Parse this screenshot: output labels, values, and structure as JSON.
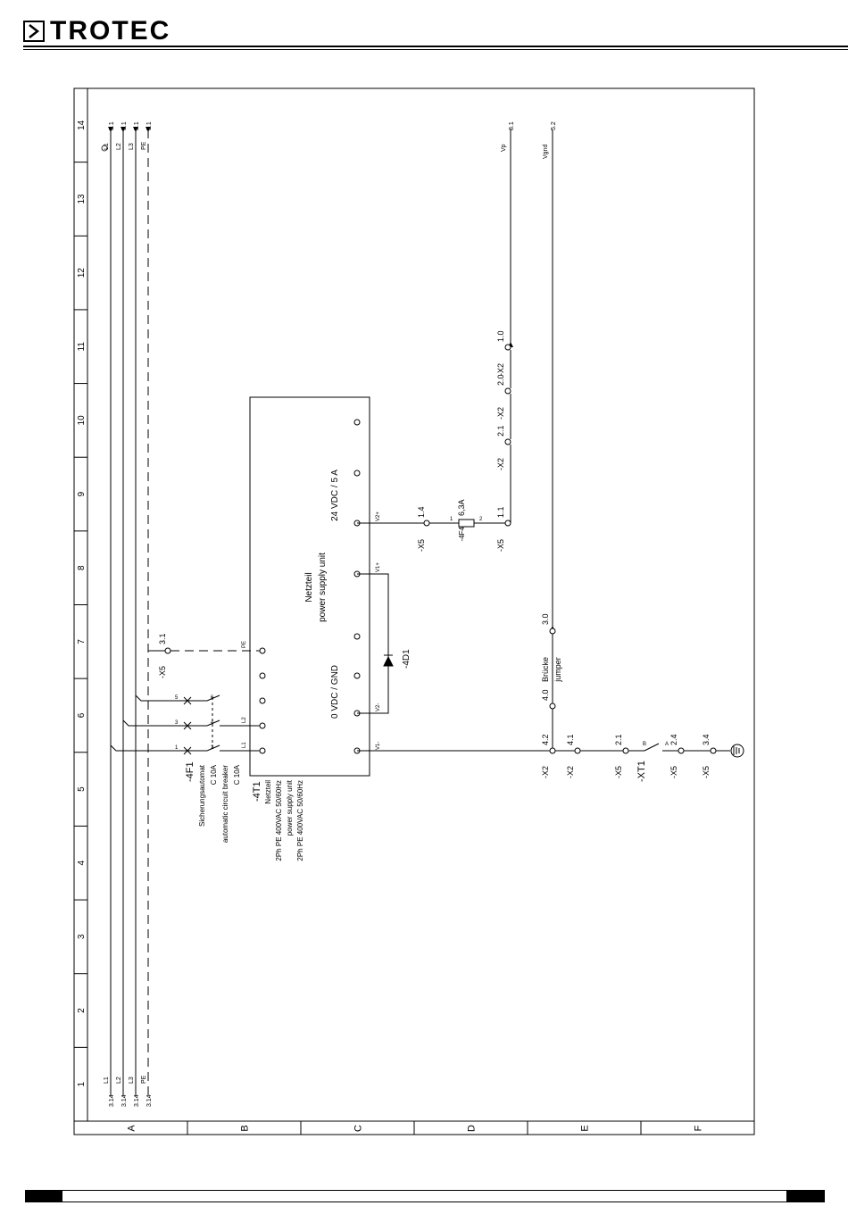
{
  "header": {
    "brand": "TROTEC"
  },
  "frame": {
    "columns": [
      "1",
      "2",
      "3",
      "4",
      "5",
      "6",
      "7",
      "8",
      "9",
      "10",
      "11",
      "12",
      "13",
      "14"
    ],
    "rows": [
      "A",
      "B",
      "C",
      "D",
      "E",
      "F"
    ]
  },
  "supply": {
    "lines": [
      "L1",
      "L2",
      "L3",
      "PE"
    ],
    "ref_in": "3.14",
    "ref_out": "5.1"
  },
  "breaker": {
    "tag": "-4F1",
    "desc_de": "Sicherungsautomat",
    "rating_de": "C 10A",
    "desc_en": "automatic circuit breaker",
    "rating_en": "C 10A",
    "pins": [
      "1",
      "2",
      "3",
      "4",
      "5",
      "6"
    ]
  },
  "psu": {
    "tag": "-4T1",
    "desc_de": "Netzteil",
    "input_de": "2Ph PE 400VAC 50/60Hz",
    "desc_en": "power supply unit",
    "input_en": "2Ph PE 400VAC 50/60Hz",
    "inner_title_de": "Netzteil",
    "inner_title_en": "power supply unit",
    "output_label": "24 VDC / 5 A",
    "gnd_label": "0 VDC / GND",
    "pin_l1": "L1",
    "pin_l2": "L2",
    "pin_pe": "PE",
    "pin_v1m": "V1-",
    "pin_v2m": "V2-",
    "pin_v1p": "V1+",
    "pin_v2p": "V2+"
  },
  "diode": {
    "tag": "-4D1"
  },
  "fuse": {
    "tag": "-4F4",
    "rating": "6,3A",
    "pin1": "1",
    "pin2": "2"
  },
  "terminals": {
    "x5_31": {
      "tag": "-X5",
      "num": "3.1"
    },
    "x5_14": {
      "tag": "-X5",
      "num": "1.4"
    },
    "x5_11": {
      "tag": "-X5",
      "num": "1.1"
    },
    "x2_21": {
      "tag": "-X2",
      "num": "2.1"
    },
    "x2_20": {
      "tag": "-X2",
      "num": "2.0"
    },
    "x2_10": {
      "tag": "-X2",
      "num": "1.0"
    },
    "x2_42": {
      "tag": "-X2",
      "num": "4.2"
    },
    "x2_41": {
      "tag": "-X2",
      "num": "4.1"
    },
    "x5_21": {
      "tag": "-X5",
      "num": "2.1"
    },
    "x5_24": {
      "tag": "-X5",
      "num": "2.4"
    },
    "x5_34": {
      "tag": "-X5",
      "num": "3.4"
    },
    "bridge_40": "4.0",
    "bridge_30": "3.0"
  },
  "bridge": {
    "label_de": "Brücke",
    "label_en": "jumper"
  },
  "thermostat": {
    "tag": "-XT1",
    "pin_a": "A",
    "pin_b": "B"
  },
  "outputs": {
    "vp": "Vp",
    "vp_ref": "8.1",
    "vgnd": "Vgnd",
    "vgnd_ref": "5.2"
  }
}
